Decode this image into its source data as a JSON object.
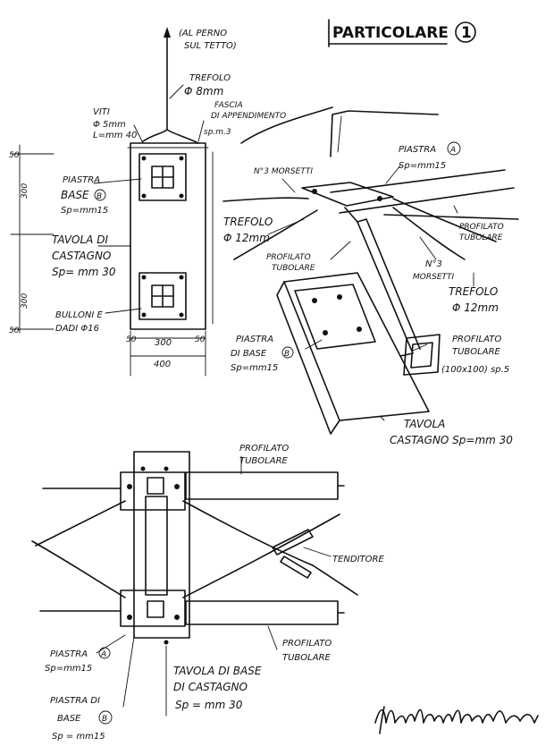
{
  "title": "PARTICOLARE",
  "title_number": "1",
  "top_left": {
    "note_pin_1": "(AL PERNO",
    "note_pin_2": "SUL TETTO)",
    "trefolo_1": "TREFOLO",
    "trefolo_2": "Φ 8mm",
    "viti_1": "VITI",
    "viti_2": "Φ 5mm",
    "viti_3": "L=mm 40",
    "fascia_1": "FASCIA",
    "fascia_2": "DI APPENDIMENTO",
    "fascia_3": "sp.m.3",
    "piastra_1": "PIASTRA",
    "piastra_2": "BASE",
    "piastra_badge": "B",
    "piastra_3": "Sp=mm15",
    "tavola_1": "TAVOLA DI",
    "tavola_2": "CASTAGNO",
    "tavola_3": "Sp= mm 30",
    "bulloni_1": "BULLONI E",
    "bulloni_2": "DADI Φ16",
    "dim_300_top": "300",
    "dim_300_bottom": "300",
    "dim_50_left": "50",
    "dim_300_width": "300",
    "dim_50_right": "50",
    "dim_400": "400"
  },
  "top_right": {
    "piastra_a_1": "PIASTRA",
    "piastra_a_badge": "A",
    "piastra_a_2": "Sp=mm15",
    "morsetti_1": "N°3 MORSETTI",
    "trefolo_a_1": "TREFOLO",
    "trefolo_a_2": "Φ 12mm",
    "profilato_1_1": "PROFILATO",
    "profilato_1_2": "TUBOLARE",
    "profilato_2_1": "PROFILATO",
    "profilato_2_2": "TUBOLARE",
    "morsetti_2_1": "N°3",
    "morsetti_2_2": "MORSETTI",
    "trefolo_b_1": "TREFOLO",
    "trefolo_b_2": "Φ 12mm",
    "piastra_b_1": "PIASTRA",
    "piastra_b_2": "DI BASE",
    "piastra_b_badge": "B",
    "piastra_b_3": "Sp=mm15",
    "profilato_3_1": "PROFILATO",
    "profilato_3_2": "TUBOLARE",
    "profilato_3_3": "(100x100) sp.5",
    "tavola_1": "TAVOLA",
    "tavola_2": "CASTAGNO Sp=mm 30"
  },
  "bottom": {
    "profilato_top_1": "PROFILATO",
    "profilato_top_2": "TUBOLARE",
    "tenditore": "TENDITORE",
    "profilato_bottom_1": "PROFILATO",
    "profilato_bottom_2": "TUBOLARE",
    "piastra_a_1": "PIASTRA",
    "piastra_a_badge": "A",
    "piastra_a_2": "Sp=mm15",
    "tavola_1": "TAVOLA DI BASE",
    "tavola_2": "DI CASTAGNO",
    "tavola_3": "Sp = mm 30",
    "piastra_b_1": "PIASTRA DI",
    "piastra_b_2": "BASE",
    "piastra_b_badge": "B",
    "piastra_b_3": "Sp = mm15"
  }
}
